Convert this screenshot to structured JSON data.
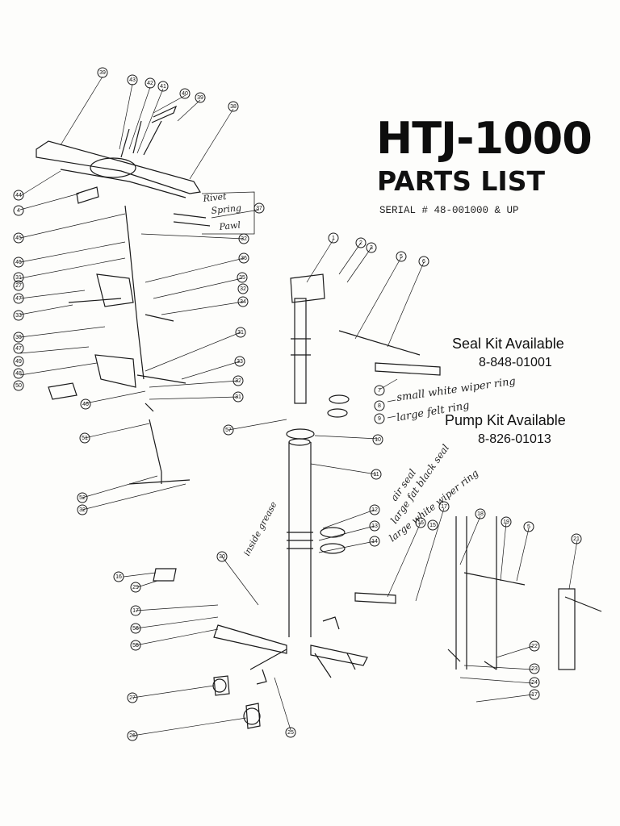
{
  "header": {
    "title": "HTJ-1000",
    "subtitle": "PARTS LIST",
    "serial": "SERIAL # 48-001000 & UP"
  },
  "kits": {
    "seal_label": "Seal Kit Available",
    "seal_number": "8-848-01001",
    "pump_label": "Pump Kit Available",
    "pump_number": "8-826-01013"
  },
  "handwritten": {
    "rivet": "Rivet",
    "spring": "Spring",
    "pawl": "Pawl",
    "small_white_wiper": "small white wiper ring",
    "large_felt": "large felt ring",
    "air_seal": "air seal",
    "large_fat_black_seal": "large fat black seal",
    "large_white_wiper": "large white wiper ring",
    "inside_grease": "inside grease"
  },
  "callouts": [
    "1",
    "2",
    "3",
    "4",
    "5",
    "6",
    "7",
    "8",
    "9",
    "10",
    "11",
    "12",
    "13",
    "14",
    "15",
    "16",
    "17",
    "18",
    "19",
    "21",
    "22",
    "23",
    "24",
    "25",
    "26",
    "27",
    "28",
    "29",
    "30",
    "31",
    "32",
    "33",
    "34",
    "35",
    "36",
    "37",
    "38",
    "39",
    "40",
    "41",
    "42",
    "43",
    "44",
    "45",
    "46",
    "47",
    "48",
    "49",
    "50",
    "51",
    "52",
    "53",
    "54",
    "55",
    "56",
    "57"
  ],
  "colors": {
    "ink": "#111111",
    "paper": "#fdfdfb"
  }
}
